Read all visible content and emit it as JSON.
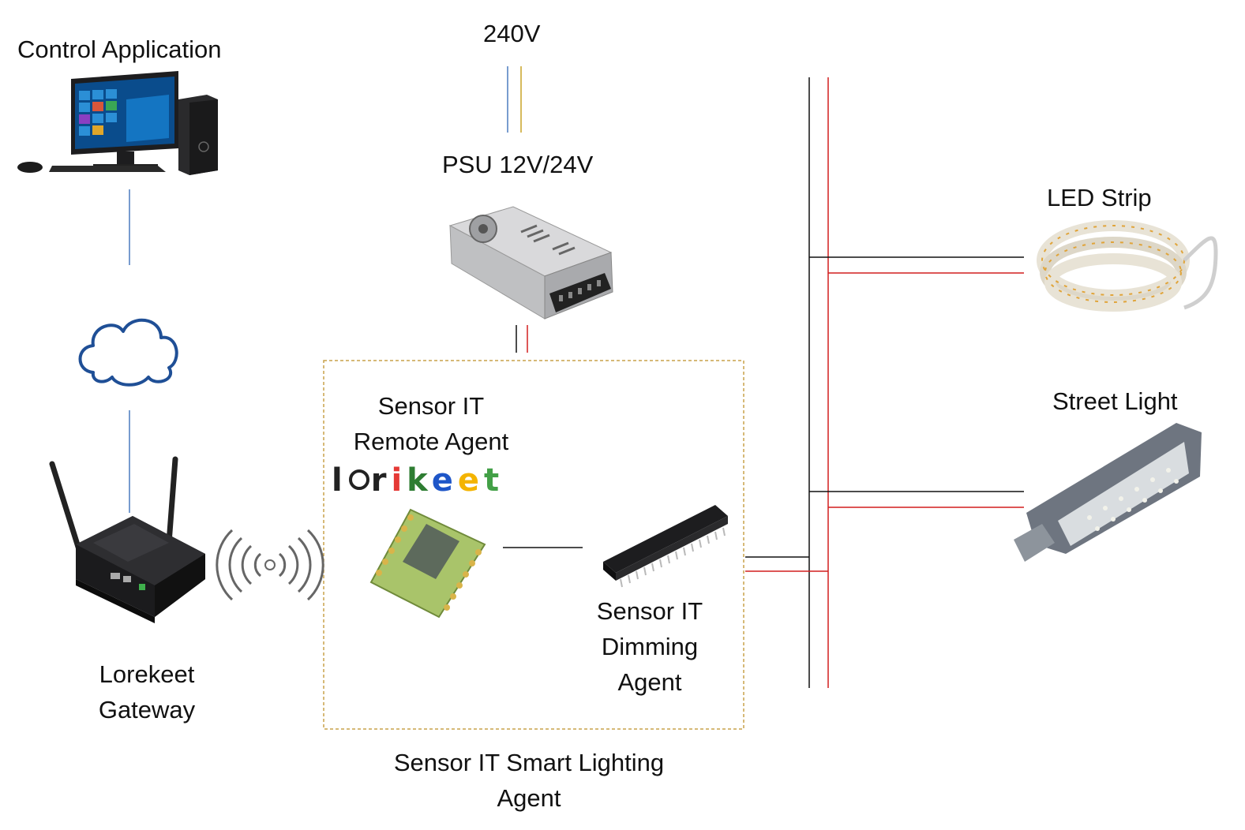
{
  "labels": {
    "control_application": "Control Application",
    "voltage": "240V",
    "psu": "PSU 12V/24V",
    "led_strip": "LED Strip",
    "street_light": "Street Light",
    "remote_agent": [
      "Sensor IT",
      "Remote Agent"
    ],
    "dimming_agent": [
      "Sensor IT",
      "Dimming",
      "Agent"
    ],
    "gateway": [
      "Lorekeet",
      "Gateway"
    ],
    "smart_lighting_agent": [
      "Sensor IT Smart Lighting",
      "Agent"
    ]
  },
  "logo": {
    "text_prefix": "l",
    "text_suffix": "rikeet",
    "letters": [
      "r",
      "i",
      "k",
      "e",
      "e",
      "t"
    ],
    "colors": [
      "#222222",
      "#e53935",
      "#2e7d32",
      "#1e56c8",
      "#f4b400",
      "#43a047"
    ]
  },
  "colors": {
    "network_line": "#4a7bbf",
    "neutral_wire": "#111111",
    "live_wire": "#d21f1f",
    "supply_brown": "#c9a227",
    "boundary": "#c8a24a"
  }
}
